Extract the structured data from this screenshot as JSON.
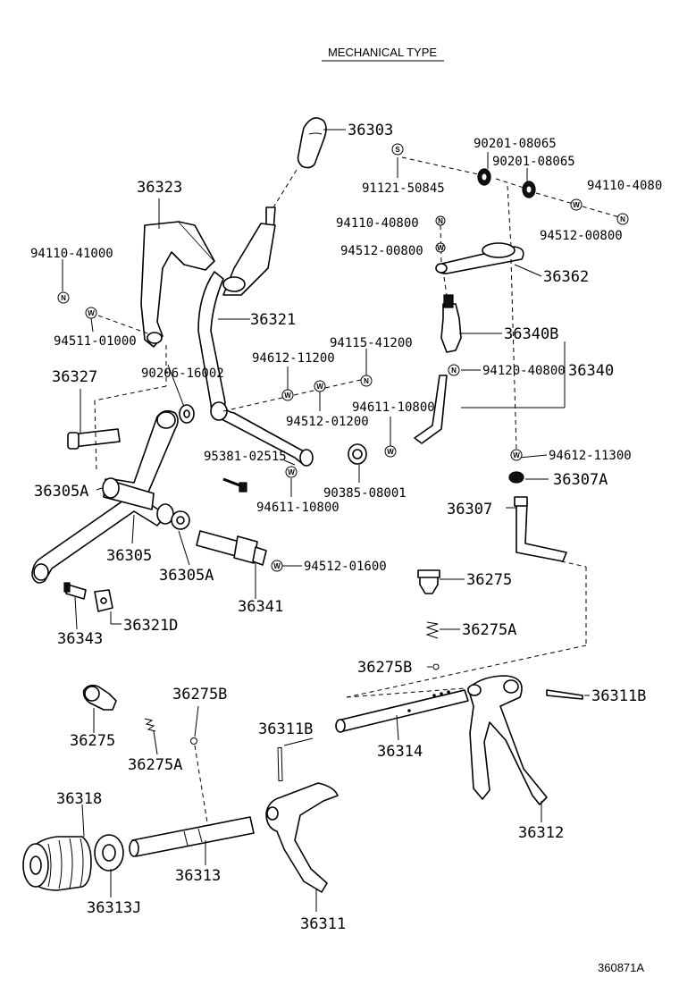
{
  "title": "MECHANICAL TYPE",
  "ref_code": "360871A",
  "labels": {
    "p36303": "36303",
    "p90201a": "90201-08065",
    "p90201b": "90201-08065",
    "p94110_4080": "94110-4080",
    "p91121": "91121-50845",
    "p94110_40800": "94110-40800",
    "p94512_00800a": "94512-00800",
    "p94512_00800b": "94512-00800",
    "p36362": "36362",
    "p36323": "36323",
    "p94110_41000": "94110-41000",
    "p94511": "94511-01000",
    "p36321": "36321",
    "p94115": "94115-41200",
    "p36340B": "36340B",
    "p36340": "36340",
    "p94120": "94120-40800",
    "p94612_11200": "94612-11200",
    "p36327": "36327",
    "p90206": "90206-16002",
    "p94512_01200": "94512-01200",
    "p94611_10800a": "94611-10800",
    "p95381": "95381-02515",
    "p94611_10800b": "94611-10800",
    "p90385": "90385-08001",
    "p94612_11300": "94612-11300",
    "p36307A": "36307A",
    "p36307": "36307",
    "p36305A_a": "36305A",
    "p36305": "36305",
    "p36305A_b": "36305A",
    "p94512_01600": "94512-01600",
    "p36275a": "36275",
    "p36341": "36341",
    "p36343": "36343",
    "p36321D": "36321D",
    "p36275A_a": "36275A",
    "p36275B_a": "36275B",
    "p36275B_b": "36275B",
    "p36311B_a": "36311B",
    "p36311B_b": "36311B",
    "p36275b": "36275",
    "p36314": "36314",
    "p36275A_b": "36275A",
    "p36318": "36318",
    "p36312": "36312",
    "p36313": "36313",
    "p36313J": "36313J",
    "p36311": "36311"
  },
  "symbols": {
    "n": "N",
    "w": "W",
    "s": "S"
  }
}
